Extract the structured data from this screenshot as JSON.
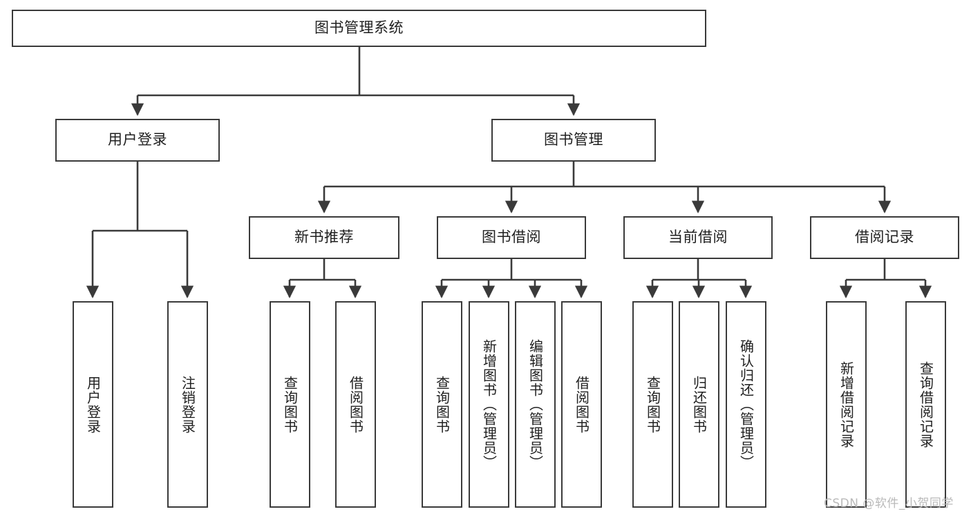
{
  "diagram": {
    "title": "图书管理系统",
    "type": "tree",
    "watermark": "CSDN @软件_小贺同学",
    "colors": {
      "box_border": "#3a3a3a",
      "box_fill": "#ffffff",
      "edge": "#3a3a3a",
      "text": "#1f1f1f",
      "watermark": "#b9b9b9",
      "background": "#ffffff"
    },
    "nodes": {
      "root": {
        "label": "图书管理系统"
      },
      "level2": [
        {
          "label": "用户登录"
        },
        {
          "label": "图书管理"
        }
      ],
      "level3": [
        {
          "label": "新书推荐"
        },
        {
          "label": "图书借阅"
        },
        {
          "label": "当前借阅"
        },
        {
          "label": "借阅记录"
        }
      ],
      "leaves_user_login": [
        {
          "label": "用户登录"
        },
        {
          "label": "注销登录"
        }
      ],
      "leaves_new_book": [
        {
          "label": "查询图书"
        },
        {
          "label": "借阅图书"
        }
      ],
      "leaves_borrow": [
        {
          "label": "查询图书"
        },
        {
          "label": "新增图书（管理员）"
        },
        {
          "label": "编辑图书（管理员）"
        },
        {
          "label": "借阅图书"
        }
      ],
      "leaves_current": [
        {
          "label": "查询图书"
        },
        {
          "label": "归还图书"
        },
        {
          "label": "确认归还（管理员）"
        }
      ],
      "leaves_records": [
        {
          "label": "新增借阅记录"
        },
        {
          "label": "查询借阅记录"
        }
      ]
    }
  }
}
